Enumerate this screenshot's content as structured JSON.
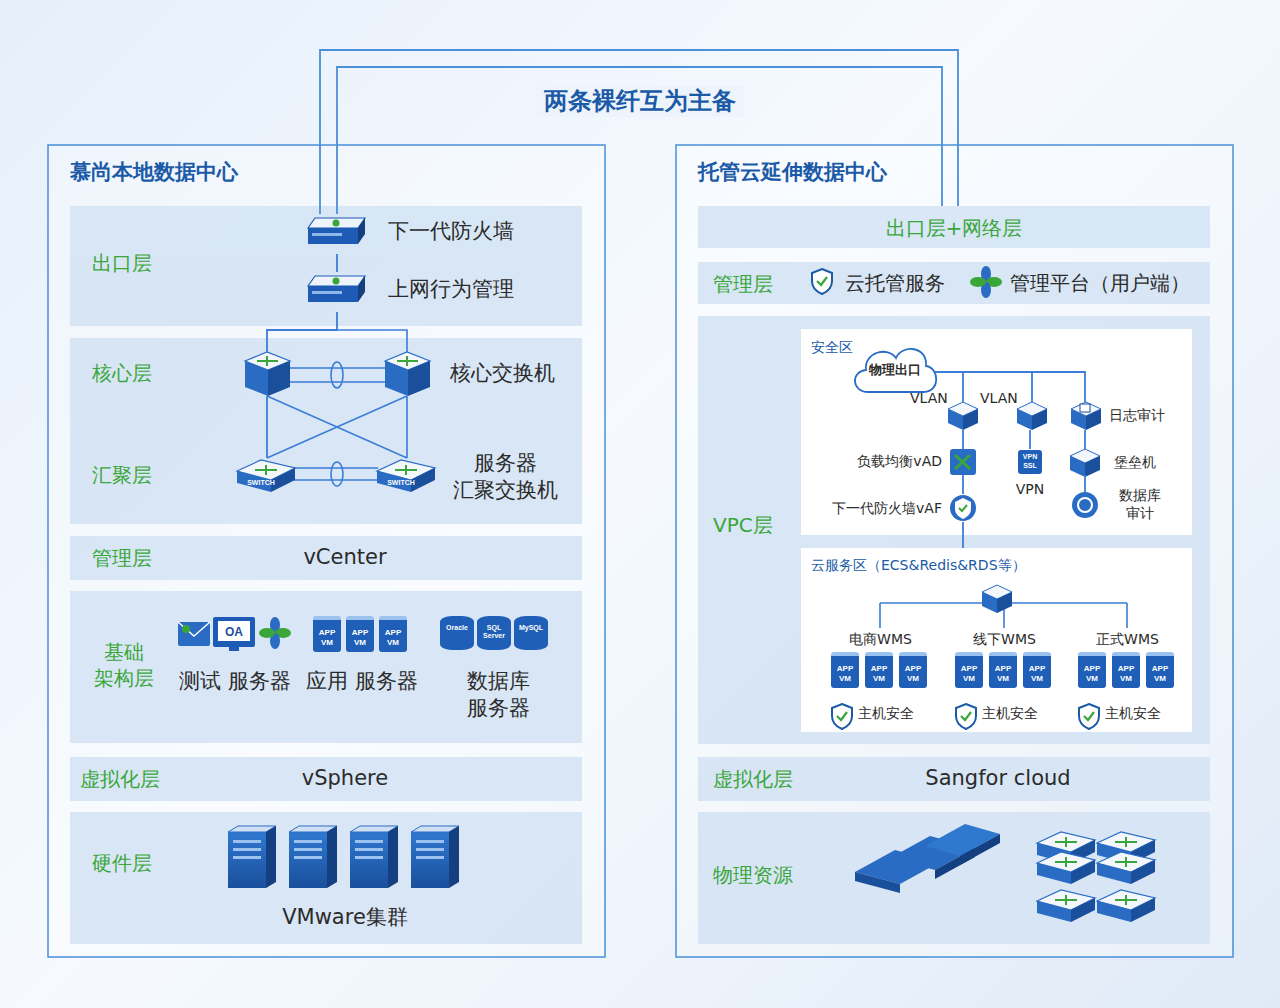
{
  "diagram": {
    "nodes": [
      {
        "text": [
          "慕尚本地数据中心"
        ]
      },
      {
        "text": [
          "出口层"
        ],
        "in": 0
      },
      {
        "text": [
          "下一代防火墙"
        ],
        "in": 1
      },
      {
        "text": [
          "上网行为管理"
        ],
        "in": 1
      },
      {
        "text": [
          "核心层",
          "汇聚层"
        ],
        "in": 0
      },
      {
        "text": [
          "核心交换机"
        ],
        "in": 4
      },
      {
        "text": [
          "服务器 汇聚交换机"
        ],
        "in": 4
      },
      {
        "text": [
          "管理层",
          "vCenter"
        ],
        "in": 0
      },
      {
        "text": [
          "基础 架构层"
        ],
        "in": 0
      },
      {
        "text": [
          "测试 服务器"
        ],
        "in": 8
      },
      {
        "text": [
          "应用 服务器"
        ],
        "in": 8
      },
      {
        "text": [
          "数据库 服务器"
        ],
        "in": 8
      },
      {
        "text": [
          "虚拟化层",
          "vSphere"
        ],
        "in": 0
      },
      {
        "text": [
          "硬件层",
          "VMware集群"
        ],
        "in": 0
      },
      {
        "text": [
          "托管云延伸数据中心"
        ]
      },
      {
        "text": [
          "出口层+网络层"
        ],
        "in": 14
      },
      {
        "text": [
          "管理层",
          "云托管服务",
          "管理平台（用户端）"
        ],
        "in": 14
      },
      {
        "text": [
          "VPC层"
        ],
        "in": 14
      },
      {
        "text": [
          "安全区"
        ],
        "in": 17
      },
      {
        "text": [
          "物理出口"
        ],
        "in": 18
      },
      {
        "text": [
          "VLAN"
        ],
        "in": 18
      },
      {
        "text": [
          "VLAN"
        ],
        "in": 18
      },
      {
        "text": [
          "日志审计"
        ],
        "in": 18
      },
      {
        "text": [
          "负载均衡vAD"
        ],
        "in": 18
      },
      {
        "text": [
          "下一代防火墙vAF"
        ],
        "in": 18
      },
      {
        "text": [
          "VPN"
        ],
        "in": 18
      },
      {
        "text": [
          "堡垒机"
        ],
        "in": 18
      },
      {
        "text": [
          "数据库 审计"
        ],
        "in": 18
      },
      {
        "text": [
          "云服务区（ECS&Redis&RDS等）"
        ],
        "in": 17
      },
      {
        "text": [
          "电商WMS",
          "主机安全"
        ],
        "in": 28
      },
      {
        "text": [
          "线下WMS",
          "主机安全"
        ],
        "in": 28
      },
      {
        "text": [
          "正式WMS",
          "主机安全"
        ],
        "in": 28
      },
      {
        "text": [
          "虚拟化层",
          "Sangfor cloud"
        ],
        "in": 14
      },
      {
        "text": [
          "物理资源"
        ],
        "in": 14
      }
    ],
    "edges": [
      {
        "from": 2,
        "to": 15,
        "arrow": "none"
      },
      {
        "from": 2,
        "to": 15,
        "label": "两条裸纤互为主备",
        "arrow": "none"
      },
      {
        "from": 2,
        "to": 3,
        "arrow": "none"
      },
      {
        "from": 3,
        "to": 5,
        "arrow": "none"
      },
      {
        "from": 5,
        "to": 6,
        "arrow": "none"
      },
      {
        "from": 19,
        "to": 20,
        "arrow": "none"
      },
      {
        "from": 19,
        "to": 21,
        "arrow": "none"
      },
      {
        "from": 19,
        "to": 22,
        "arrow": "none"
      },
      {
        "from": 20,
        "to": 23,
        "arrow": "none"
      },
      {
        "from": 23,
        "to": 24,
        "arrow": "none"
      },
      {
        "from": 21,
        "to": 25,
        "arrow": "none"
      },
      {
        "from": 22,
        "to": 26,
        "arrow": "none"
      },
      {
        "from": 26,
        "to": 27,
        "arrow": "none"
      },
      {
        "from": 24,
        "to": 28,
        "arrow": "none"
      }
    ],
    "labels": [
      "SWITCH",
      "SWITCH",
      "OA",
      "APP VM",
      "APP VM",
      "APP VM",
      "Oracle",
      "SQL Server",
      "MySQL",
      "VPN SSL",
      "APP VM",
      "APP VM",
      "APP VM",
      "APP VM",
      "APP VM",
      "APP VM",
      "APP VM",
      "APP VM",
      "APP VM"
    ]
  }
}
